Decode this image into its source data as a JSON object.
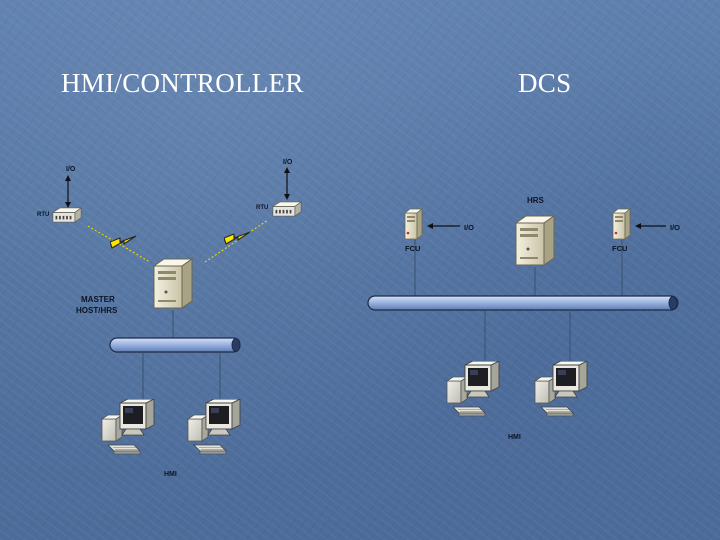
{
  "slide": {
    "left_title": "HMI/CONTROLLER",
    "right_title": "DCS"
  },
  "scada": {
    "io_left": "I/O",
    "io_right": "I/O",
    "rtu_left": "RTU",
    "rtu_right": "RTU",
    "master_line1": "MASTER",
    "master_line2": "HOST/HRS",
    "hmi": "HMI"
  },
  "dcs": {
    "hrs": "HRS",
    "io_left": "I/O",
    "io_right": "I/O",
    "fcu_left": "FCU",
    "fcu_right": "FCU",
    "hmi": "HMI"
  },
  "colors": {
    "background": "#5a7aa8",
    "bus": "#9db5e0",
    "server": "#e8e4cf",
    "lightning": "#f5e600",
    "title_text": "#ffffff"
  }
}
